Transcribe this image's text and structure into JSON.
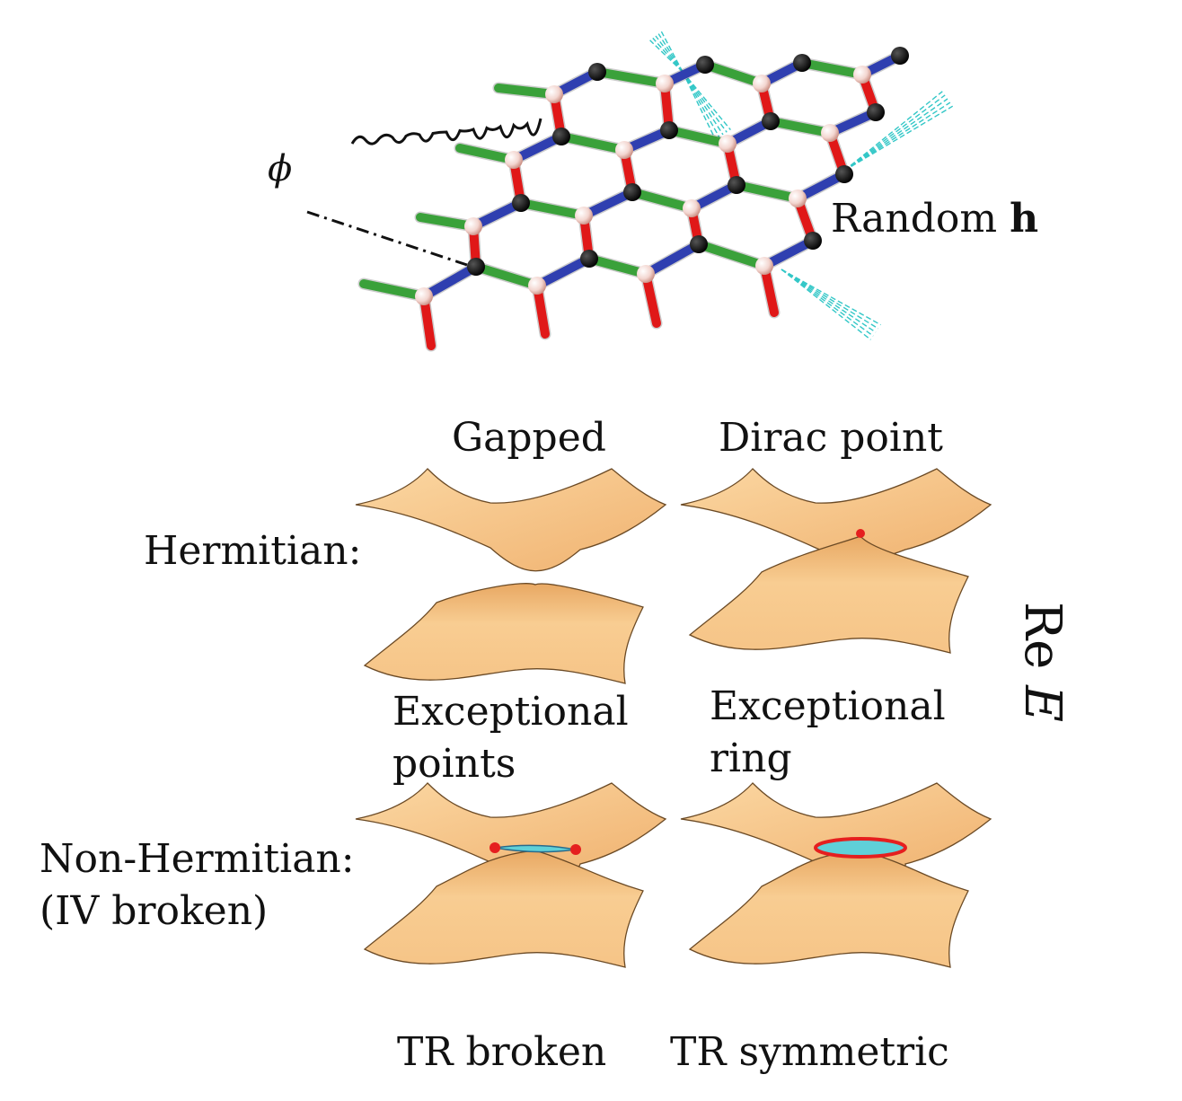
{
  "lattice": {
    "phi_label": "ϕ",
    "random_h_label": "Random",
    "random_h_bold": "h",
    "colors": {
      "green_bond": "#3aa13a",
      "blue_bond": "#2f3fb0",
      "red_bond": "#e01818",
      "site_black": "#111111",
      "site_white": "#f3d6d0",
      "random_field": "#33c7c7"
    }
  },
  "panels": {
    "col1_top": "Gapped",
    "col2_top": "Dirac point",
    "row1_label": "Hermitian:",
    "col1_mid": [
      "Exceptional",
      "points"
    ],
    "col2_mid": [
      "Exceptional",
      "ring"
    ],
    "row2_label": [
      "Non-Hermitian:",
      "(IV broken)"
    ],
    "col1_bottom": "TR broken",
    "col2_bottom": "TR symmetric",
    "axis_label_re": "Re",
    "axis_label_e": "E",
    "colors": {
      "surface": "#f7c88a",
      "surface_edge": "#6b4a25",
      "degeneracy": "#e51f1f",
      "arc_fill": "#5fd0d8"
    }
  }
}
